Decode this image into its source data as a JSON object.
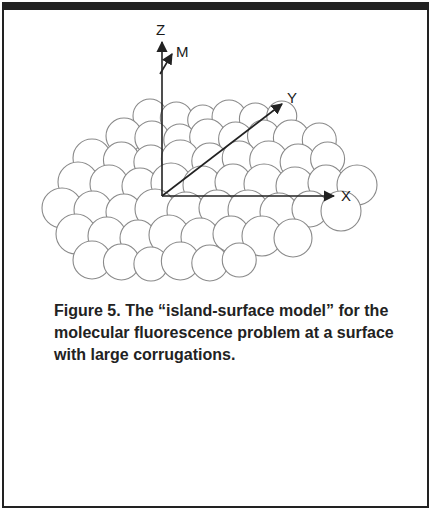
{
  "diagram": {
    "caption": "Figure 5. The “island-surface model” for the molecular fluorescence problem at a surface with large corrugations.",
    "labels": [
      "Z",
      "M",
      "Y",
      "X"
    ]
  }
}
